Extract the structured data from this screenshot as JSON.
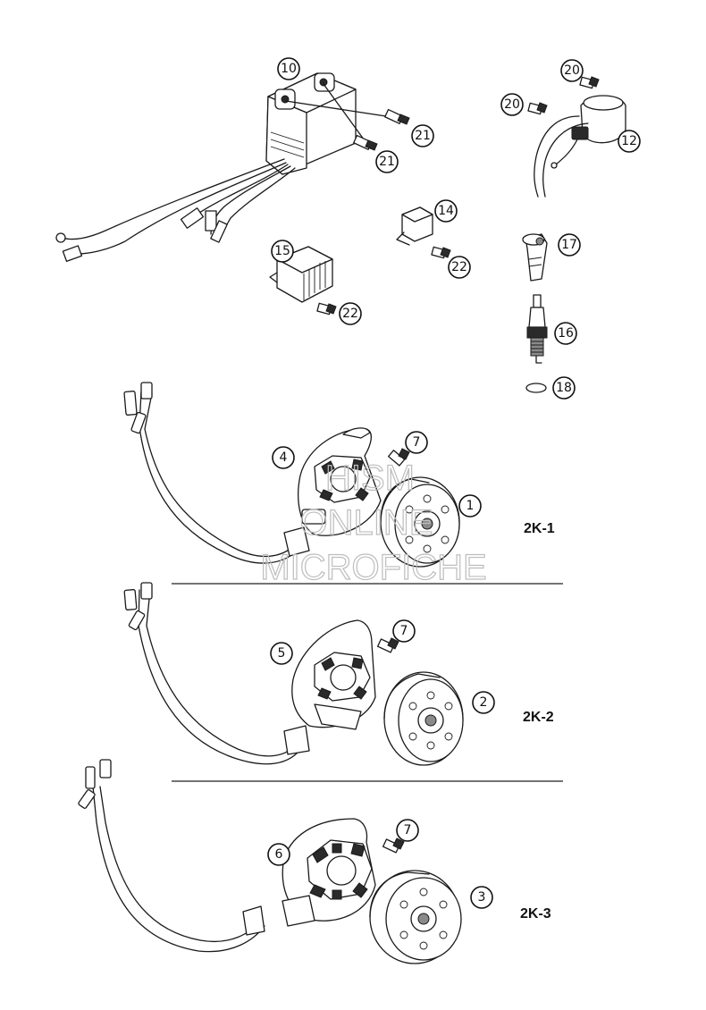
{
  "callouts": {
    "c10": "10",
    "c21a": "21",
    "c21b": "21",
    "c20a": "20",
    "c20b": "20",
    "c12": "12",
    "c14": "14",
    "c22a": "22",
    "c17": "17",
    "c15": "15",
    "c22b": "22",
    "c16": "16",
    "c18": "18",
    "c4": "4",
    "c7a": "7",
    "c1": "1",
    "c5": "5",
    "c7b": "7",
    "c2": "2",
    "c6": "6",
    "c7c": "7",
    "c3": "3"
  },
  "variants": {
    "v1": "2K-1",
    "v2": "2K-2",
    "v3": "2K-3"
  },
  "watermark": {
    "line1": "HISM",
    "line2": "ONLINE",
    "line3": "MICROFICHE"
  }
}
